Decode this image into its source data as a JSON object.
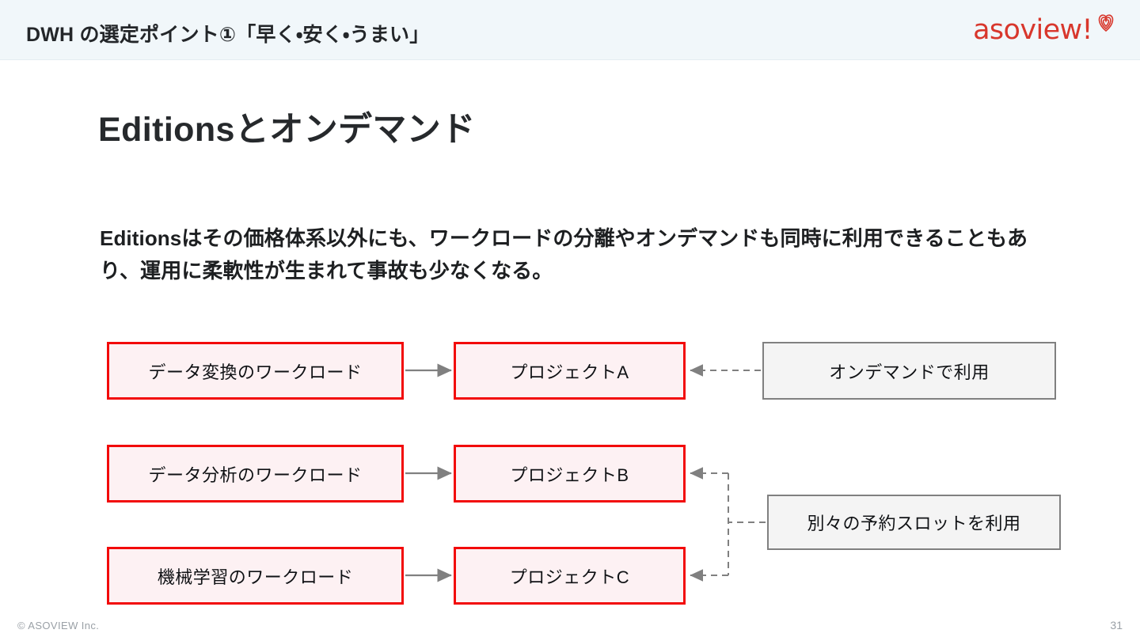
{
  "header": {
    "title": "DWH の選定ポイント①「早く・安く・うまい」",
    "band_color": "#f1f7fa",
    "logo": {
      "wordmark": "asoview!",
      "icon": "heart-balloon-icon",
      "color": "#d8372c"
    }
  },
  "slide": {
    "title": "Editionsとオンデマンド",
    "body": "Editionsはその価格体系以外にも、ワークロードの分離やオンデマンドも同時に利用できることもあり、運用に柔軟性が生まれて事故も少なくなる。"
  },
  "diagram": {
    "workloads": [
      {
        "label": "データ変換のワークロード"
      },
      {
        "label": "データ分析のワークロード"
      },
      {
        "label": "機械学習のワークロード"
      }
    ],
    "projects": [
      {
        "label": "プロジェクトA"
      },
      {
        "label": "プロジェクトB"
      },
      {
        "label": "プロジェクトC"
      }
    ],
    "callouts": [
      {
        "label": "オンデマンドで利用"
      },
      {
        "label": "別々の予約スロットを利用"
      }
    ],
    "colors": {
      "node_border": "#f20a0a",
      "node_fill": "#fdf1f3",
      "callout_border": "#808080",
      "callout_fill": "#f4f4f4",
      "arrow": "#808080"
    }
  },
  "footer": {
    "copyright": "© ASOVIEW Inc.",
    "page_number": "31"
  }
}
